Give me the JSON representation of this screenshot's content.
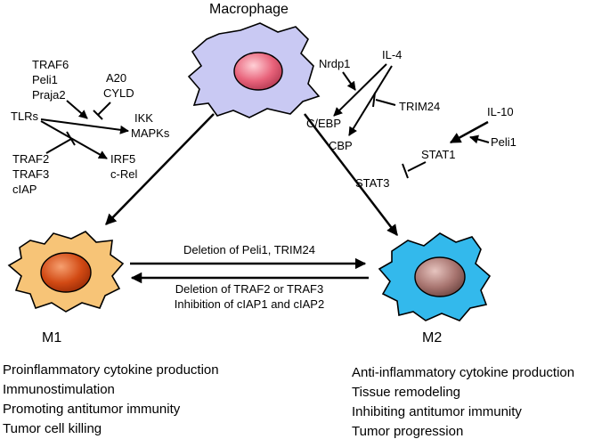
{
  "colors": {
    "macrophage_body": "#c9c9f3",
    "macrophage_nucleus": "#e8627a",
    "m1_body": "#f7c477",
    "m1_nucleus": "#d24a14",
    "m2_body": "#33b9ec",
    "m2_nucleus": "#a87570",
    "line": "#000000"
  },
  "cells": {
    "macrophage": "Macrophage",
    "m1": "M1",
    "m2": "M2"
  },
  "m1_regulators": {
    "group_top": [
      "TRAF6",
      "Peli1",
      "Praja2"
    ],
    "a20": "A20",
    "cyld": "CYLD",
    "tlrs": "TLRs",
    "ikk": "IKK",
    "mapks": "MAPKs",
    "group_bottom": [
      "TRAF2",
      "TRAF3",
      "cIAP"
    ],
    "irf5": "IRF5",
    "crel": "c-Rel"
  },
  "m2_regulators": {
    "nrdp1": "Nrdp1",
    "il4": "IL-4",
    "trim24": "TRIM24",
    "cebp": "C/EBP",
    "cbp": "CBP",
    "il10": "IL-10",
    "peli1": "Peli1",
    "stat1": "STAT1",
    "stat3": "STAT3"
  },
  "transitions": {
    "to_m2": "Deletion of Peli1, TRIM24",
    "to_m1_line1": "Deletion of TRAF2 or TRAF3",
    "to_m1_line2": "Inhibition of cIAP1 and cIAP2"
  },
  "m1_functions": [
    "Proinflammatory cytokine production",
    "Immunostimulation",
    "Promoting antitumor immunity",
    "Tumor cell killing"
  ],
  "m2_functions": [
    "Anti-inflammatory cytokine production",
    "Tissue remodeling",
    "Inhibiting antitumor immunity",
    "Tumor progression"
  ]
}
